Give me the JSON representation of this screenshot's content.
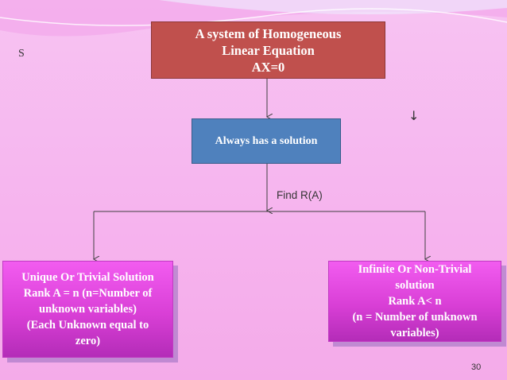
{
  "diagram": {
    "top_box": {
      "lines": [
        "A system of Homogeneous",
        "Linear Equation",
        "AX=0"
      ]
    },
    "middle_box": {
      "text": "Always has a solution"
    },
    "branch_label": "Find R(A)",
    "left_box": {
      "lines": [
        "Unique Or Trivial Solution",
        "Rank A = n (n=Number of",
        "unknown variables)",
        "(Each Unknown equal to",
        "zero)"
      ]
    },
    "right_box": {
      "lines": [
        "Infinite Or Non-Trivial",
        "solution",
        "Rank A< n",
        "(n = Number of unknown",
        "variables)"
      ]
    }
  },
  "stray_text": {
    "letter": "S",
    "arrow_glyph": "↓"
  },
  "page_number": "30",
  "colors": {
    "background": "#f6b3ee",
    "top_box": "#c0504d",
    "middle_box": "#4f81bd",
    "result_box": "#d93fd6",
    "connector": "#404040"
  }
}
